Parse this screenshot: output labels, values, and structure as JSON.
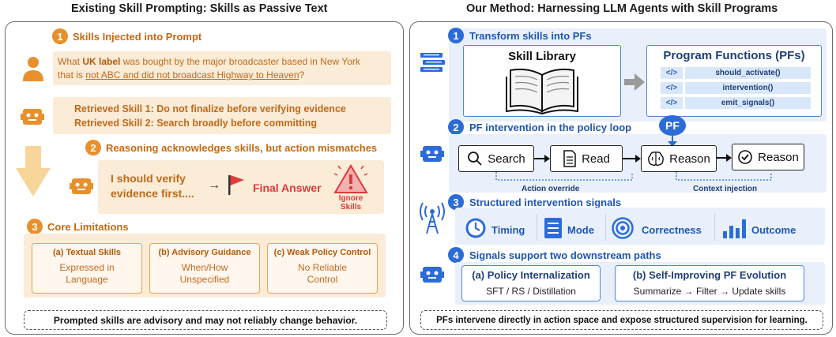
{
  "left": {
    "title": "Existing Skill Prompting: Skills as Passive Text",
    "step1": {
      "num": "1",
      "title": "Skills Injected into Prompt"
    },
    "question": {
      "p1": "What ",
      "b1": "UK label",
      "p2": " was bought by the major broadcaster based in New York",
      "p3": "that is ",
      "u1": "not ABC and did not broadcast Highway to Heaven",
      "p4": "?"
    },
    "skills": [
      "Retrieved Skill 1: Do not finalize before verifying evidence",
      "Retrieved Skill 2: Search broadly before committing"
    ],
    "step2": {
      "num": "2",
      "title": "Reasoning acknowledges skills, but action mismatches"
    },
    "reasoning": {
      "line1": "I should verify",
      "line2": "evidence first....",
      "arrow": "→",
      "final": "Final Answer",
      "ignore1": "Ignore",
      "ignore2": "Skills"
    },
    "step3": {
      "num": "3",
      "title": "Core Limitations"
    },
    "limitations": [
      {
        "title": "(a) Textual Skills",
        "line1": "Expressed in",
        "line2": "Language"
      },
      {
        "title": "(b) Advisory Guidance",
        "line1": "When/How",
        "line2": "Unspecified"
      },
      {
        "title": "(c) Weak Policy Control",
        "line1": "No Reliable",
        "line2": "Control"
      }
    ],
    "footer": "Prompted skills are advisory and may not reliably change behavior."
  },
  "right": {
    "title": "Our Method: Harnessing LLM Agents with Skill Programs",
    "step1": {
      "num": "1",
      "title": "Transform skills into PFs"
    },
    "library": "Skill Library",
    "pfs_title": "Program Functions (PFs)",
    "pf_tag": "</>",
    "pf_functions": [
      "should_activate()",
      "intervention()",
      "emit_signals()"
    ],
    "step2": {
      "num": "2",
      "title": "PF intervention in the policy loop"
    },
    "pf_badge": "PF",
    "loop": [
      "Search",
      "Read",
      "Reason",
      "Reason"
    ],
    "action_override": "Action override",
    "context_injection": "Context injection",
    "step3": {
      "num": "3",
      "title": "Structured intervention signals"
    },
    "signals": [
      "Timing",
      "Mode",
      "Correctness",
      "Outcome"
    ],
    "step4": {
      "num": "4",
      "title": "Signals support two downstream paths"
    },
    "paths": [
      {
        "title": "(a) Policy Internalization",
        "desc": "SFT / RS / Distillation"
      },
      {
        "title": "(b) Self-Improving PF Evolution",
        "desc": "Summarize → Filter → Update skills"
      }
    ],
    "footer": "PFs intervene directly in action space and expose structured supervision for learning."
  },
  "colors": {
    "orange_accent": "#e8902b",
    "orange_band": "#fbecd8",
    "blue_accent": "#2c6cd8",
    "blue_band": "#e9f0fb",
    "red_flag": "#e03a3a"
  },
  "icons": [
    "user-icon",
    "robot-icon",
    "down-arrow-icon",
    "flag-icon",
    "warning-icon",
    "books-icon",
    "open-book-icon",
    "gray-arrow-icon",
    "search-icon",
    "document-icon",
    "brain-icon",
    "check-circle-icon",
    "antenna-icon",
    "clock-icon",
    "list-icon",
    "target-icon",
    "bar-chart-icon"
  ]
}
